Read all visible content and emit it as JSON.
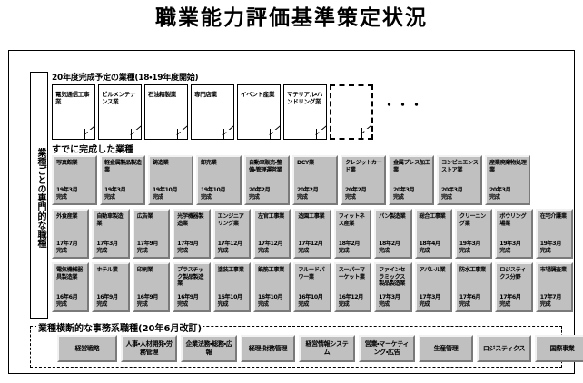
{
  "title": "職業能力評価基準策定状況",
  "vertical_label": "業種ごとの専門的な職種",
  "planned": {
    "heading": "20年度完成予定の業種(18・19年度開始)",
    "items": [
      "電気通信工事業",
      "ビルメンテナンス業",
      "石油精製業",
      "専門店業",
      "イベント産業",
      "マテリアル・ハンドリング業"
    ],
    "placeholder": "",
    "ellipsis": "・・・"
  },
  "completed": {
    "heading": "すでに完成した業種",
    "rows": [
      [
        {
          "name": "写真館業",
          "date": "19年3月\n完成"
        },
        {
          "name": "軽金属製品製造業",
          "date": "19年3月\n完成"
        },
        {
          "name": "鋳造業",
          "date": "19年10月\n完成"
        },
        {
          "name": "卸売業",
          "date": "19年10月\n完成"
        },
        {
          "name": "自動車販売・整備・管理運営業",
          "date": "20年2月\n完成"
        },
        {
          "name": "DCY業",
          "date": "20年2月\n完成"
        },
        {
          "name": "クレジットカード業",
          "date": "20年2月\n完成"
        },
        {
          "name": "金属プレス加工業",
          "date": "20年3月\n完成"
        },
        {
          "name": "コンビニエンスストア業",
          "date": "20年3月\n完成"
        },
        {
          "name": "産業廃棄物処理業",
          "date": "20年3月\n完成"
        }
      ],
      [
        {
          "name": "外食産業",
          "date": "17年7月\n完成"
        },
        {
          "name": "自動車製造業",
          "date": "17年3月\n完成"
        },
        {
          "name": "広告業",
          "date": "17年9月\n完成"
        },
        {
          "name": "光学機器製造業",
          "date": "17年9月\n完成"
        },
        {
          "name": "エンジニアリング業",
          "date": "17年12月\n完成"
        },
        {
          "name": "左官工事業",
          "date": "17年12月\n完成"
        },
        {
          "name": "造園工事業",
          "date": "17年12月\n完成"
        },
        {
          "name": "フィットネス産業",
          "date": "18年2月\n完成"
        },
        {
          "name": "パン製造業",
          "date": "18年2月\n完成"
        },
        {
          "name": "総合工事業",
          "date": "18年4月\n完成"
        },
        {
          "name": "クリーニング業",
          "date": "19年3月\n完成"
        },
        {
          "name": "ボウリング場業",
          "date": "19年3月\n完成"
        },
        {
          "name": "在宅介護業",
          "date": "19年3月\n完成"
        }
      ],
      [
        {
          "name": "電気機械器具製造業",
          "date": "16年6月\n完成"
        },
        {
          "name": "ホテル業",
          "date": "16年9月\n完成"
        },
        {
          "name": "印刷業",
          "date": "16年9月\n完成"
        },
        {
          "name": "プラスチック製品製造業",
          "date": "16年9月\n完成"
        },
        {
          "name": "塗装工事業",
          "date": "16年10月\n完成"
        },
        {
          "name": "鉄筋工事業",
          "date": "16年10月\n完成"
        },
        {
          "name": "フルードパワー業",
          "date": "16年10月\n完成"
        },
        {
          "name": "スーパーマーケット業",
          "date": "16年12月\n完成"
        },
        {
          "name": "ファインセラミックス製品製造業",
          "date": "17年3月\n完成"
        },
        {
          "name": "アパレル業",
          "date": "17年3月\n完成"
        },
        {
          "name": "防水工事業",
          "date": "17年6月\n完成"
        },
        {
          "name": "ロジスティクス分野",
          "date": "17年6月\n完成"
        },
        {
          "name": "市場調査業",
          "date": "17年7月\n完成"
        }
      ]
    ]
  },
  "cross_industry": {
    "heading": "業種横断的な事務系職種(20年6月改訂)",
    "items": [
      "経営戦略",
      "人事・人材開発・労務管理",
      "企業法務・総務・広報",
      "経理・財務管理",
      "経営情報システム",
      "営業・マーケティング・広告",
      "生産管理",
      "ロジスティクス",
      "国際事業"
    ]
  },
  "colors": {
    "card_face": "#c0c0c0",
    "card_light": "#f2f2f2",
    "card_shadow": "#7a7a7a",
    "line": "#000000",
    "background": "#ffffff"
  }
}
